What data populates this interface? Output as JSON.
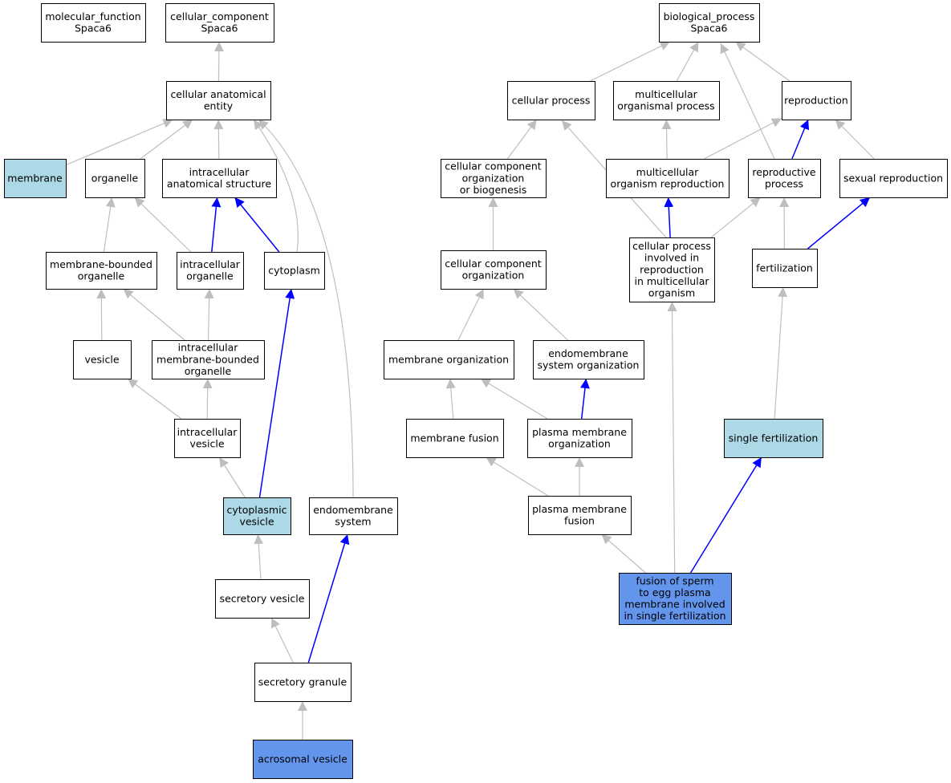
{
  "colors": {
    "box_fill": "#ffffff",
    "box_stroke": "#000000",
    "highlight_light": "#add8e6",
    "highlight_dark": "#6495ed",
    "edge_is_a": "#bebebe",
    "edge_part_of": "#0000ff"
  },
  "nodes": [
    {
      "id": "mf_root",
      "lines": [
        "molecular_function",
        "Spaca6"
      ],
      "fill": "white"
    },
    {
      "id": "cc_root",
      "lines": [
        "cellular_component",
        "Spaca6"
      ],
      "fill": "white"
    },
    {
      "id": "bp_root",
      "lines": [
        "biological_process",
        "Spaca6"
      ],
      "fill": "white"
    },
    {
      "id": "cae",
      "lines": [
        "cellular anatomical",
        "entity"
      ],
      "fill": "white"
    },
    {
      "id": "membrane",
      "lines": [
        "membrane"
      ],
      "fill": "light"
    },
    {
      "id": "organelle",
      "lines": [
        "organelle"
      ],
      "fill": "white"
    },
    {
      "id": "ias",
      "lines": [
        "intracellular",
        "anatomical structure"
      ],
      "fill": "white"
    },
    {
      "id": "mbo",
      "lines": [
        "membrane-bounded",
        "organelle"
      ],
      "fill": "white"
    },
    {
      "id": "io",
      "lines": [
        "intracellular",
        "organelle"
      ],
      "fill": "white"
    },
    {
      "id": "cytoplasm",
      "lines": [
        "cytoplasm"
      ],
      "fill": "white"
    },
    {
      "id": "vesicle",
      "lines": [
        "vesicle"
      ],
      "fill": "white"
    },
    {
      "id": "imbo",
      "lines": [
        "intracellular",
        "membrane-bounded",
        "organelle"
      ],
      "fill": "white"
    },
    {
      "id": "iv",
      "lines": [
        "intracellular",
        "vesicle"
      ],
      "fill": "white"
    },
    {
      "id": "cv",
      "lines": [
        "cytoplasmic",
        "vesicle"
      ],
      "fill": "light"
    },
    {
      "id": "es",
      "lines": [
        "endomembrane",
        "system"
      ],
      "fill": "white"
    },
    {
      "id": "sv",
      "lines": [
        "secretory vesicle"
      ],
      "fill": "white"
    },
    {
      "id": "sg",
      "lines": [
        "secretory granule"
      ],
      "fill": "white"
    },
    {
      "id": "av",
      "lines": [
        "acrosomal vesicle"
      ],
      "fill": "dark"
    },
    {
      "id": "cp",
      "lines": [
        "cellular process"
      ],
      "fill": "white"
    },
    {
      "id": "mop",
      "lines": [
        "multicellular",
        "organismal process"
      ],
      "fill": "white"
    },
    {
      "id": "repro",
      "lines": [
        "reproduction"
      ],
      "fill": "white"
    },
    {
      "id": "ccob",
      "lines": [
        "cellular component",
        "organization",
        "or biogenesis"
      ],
      "fill": "white"
    },
    {
      "id": "mor",
      "lines": [
        "multicellular",
        "organism reproduction"
      ],
      "fill": "white"
    },
    {
      "id": "rp",
      "lines": [
        "reproductive",
        "process"
      ],
      "fill": "white"
    },
    {
      "id": "sr",
      "lines": [
        "sexual reproduction"
      ],
      "fill": "white"
    },
    {
      "id": "cpir",
      "lines": [
        "cellular process",
        "involved in",
        "reproduction",
        "in multicellular",
        "organism"
      ],
      "fill": "white"
    },
    {
      "id": "fert",
      "lines": [
        "fertilization"
      ],
      "fill": "white"
    },
    {
      "id": "cco",
      "lines": [
        "cellular component",
        "organization"
      ],
      "fill": "white"
    },
    {
      "id": "mo",
      "lines": [
        "membrane organization"
      ],
      "fill": "white"
    },
    {
      "id": "eso",
      "lines": [
        "endomembrane",
        "system organization"
      ],
      "fill": "white"
    },
    {
      "id": "mf",
      "lines": [
        "membrane fusion"
      ],
      "fill": "white"
    },
    {
      "id": "pmo",
      "lines": [
        "plasma membrane",
        "organization"
      ],
      "fill": "white"
    },
    {
      "id": "sf",
      "lines": [
        "single fertilization"
      ],
      "fill": "light"
    },
    {
      "id": "pmf",
      "lines": [
        "plasma membrane",
        "fusion"
      ],
      "fill": "white"
    },
    {
      "id": "fse",
      "lines": [
        "fusion of sperm",
        "to egg plasma",
        "membrane involved",
        "in single fertilization"
      ],
      "fill": "dark"
    }
  ],
  "edges": [
    {
      "from": "cae",
      "to": "cc_root",
      "type": "is_a"
    },
    {
      "from": "membrane",
      "to": "cae",
      "type": "is_a"
    },
    {
      "from": "organelle",
      "to": "cae",
      "type": "is_a"
    },
    {
      "from": "ias",
      "to": "cae",
      "type": "is_a"
    },
    {
      "from": "cytoplasm",
      "to": "cae",
      "type": "is_a"
    },
    {
      "from": "es",
      "to": "cae",
      "type": "is_a"
    },
    {
      "from": "mbo",
      "to": "organelle",
      "type": "is_a"
    },
    {
      "from": "io",
      "to": "organelle",
      "type": "is_a"
    },
    {
      "from": "io",
      "to": "ias",
      "type": "part_of"
    },
    {
      "from": "cytoplasm",
      "to": "ias",
      "type": "part_of"
    },
    {
      "from": "vesicle",
      "to": "mbo",
      "type": "is_a"
    },
    {
      "from": "imbo",
      "to": "mbo",
      "type": "is_a"
    },
    {
      "from": "imbo",
      "to": "io",
      "type": "is_a"
    },
    {
      "from": "iv",
      "to": "vesicle",
      "type": "is_a"
    },
    {
      "from": "iv",
      "to": "imbo",
      "type": "is_a"
    },
    {
      "from": "cv",
      "to": "iv",
      "type": "is_a"
    },
    {
      "from": "cv",
      "to": "cytoplasm",
      "type": "part_of"
    },
    {
      "from": "sv",
      "to": "cv",
      "type": "is_a"
    },
    {
      "from": "sg",
      "to": "sv",
      "type": "is_a"
    },
    {
      "from": "sg",
      "to": "es",
      "type": "part_of"
    },
    {
      "from": "av",
      "to": "sg",
      "type": "is_a"
    },
    {
      "from": "cp",
      "to": "bp_root",
      "type": "is_a"
    },
    {
      "from": "mop",
      "to": "bp_root",
      "type": "is_a"
    },
    {
      "from": "repro",
      "to": "bp_root",
      "type": "is_a"
    },
    {
      "from": "rp",
      "to": "bp_root",
      "type": "is_a"
    },
    {
      "from": "ccob",
      "to": "cp",
      "type": "is_a"
    },
    {
      "from": "cpir",
      "to": "cp",
      "type": "is_a"
    },
    {
      "from": "mor",
      "to": "mop",
      "type": "is_a"
    },
    {
      "from": "mor",
      "to": "repro",
      "type": "is_a"
    },
    {
      "from": "rp",
      "to": "repro",
      "type": "part_of"
    },
    {
      "from": "sr",
      "to": "repro",
      "type": "is_a"
    },
    {
      "from": "cpir",
      "to": "mor",
      "type": "part_of"
    },
    {
      "from": "cpir",
      "to": "rp",
      "type": "is_a"
    },
    {
      "from": "fert",
      "to": "rp",
      "type": "is_a"
    },
    {
      "from": "fert",
      "to": "sr",
      "type": "part_of"
    },
    {
      "from": "cco",
      "to": "ccob",
      "type": "is_a"
    },
    {
      "from": "mo",
      "to": "cco",
      "type": "is_a"
    },
    {
      "from": "eso",
      "to": "cco",
      "type": "is_a"
    },
    {
      "from": "mf",
      "to": "mo",
      "type": "is_a"
    },
    {
      "from": "pmo",
      "to": "mo",
      "type": "is_a"
    },
    {
      "from": "pmo",
      "to": "eso",
      "type": "part_of"
    },
    {
      "from": "sf",
      "to": "fert",
      "type": "is_a"
    },
    {
      "from": "pmf",
      "to": "mf",
      "type": "is_a"
    },
    {
      "from": "pmf",
      "to": "pmo",
      "type": "is_a"
    },
    {
      "from": "fse",
      "to": "pmf",
      "type": "is_a"
    },
    {
      "from": "fse",
      "to": "cpir",
      "type": "is_a"
    },
    {
      "from": "fse",
      "to": "sf",
      "type": "part_of"
    }
  ]
}
